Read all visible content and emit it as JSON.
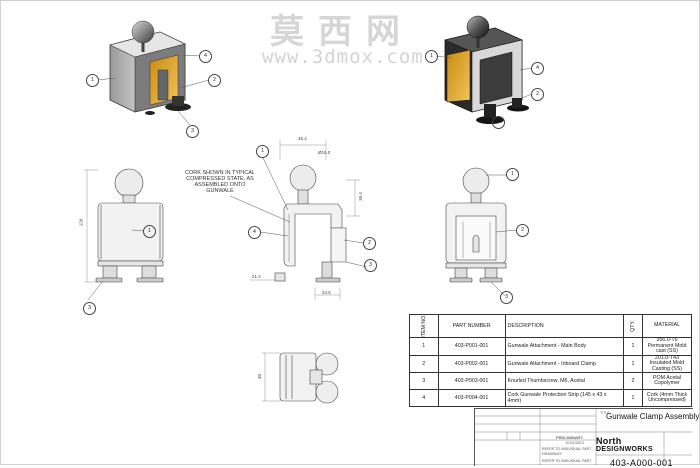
{
  "watermark": {
    "chinese": "莫西网",
    "url": "www.3dmox.com"
  },
  "note": {
    "text": "CORK SHOWN IN TYPICAL COMPRESSED STATE, AS ASSEMBLED ONTO GUNWALE"
  },
  "balloons": {
    "one": "1",
    "two": "2",
    "three": "3",
    "four": "4"
  },
  "dimensions": {
    "width_top": "45.4",
    "sphere": "Ø15.0",
    "height_right": "36.4",
    "height_left": "120",
    "width_bottom": "24.5",
    "offset_left": "21.4",
    "top_view": "40"
  },
  "bom": {
    "headers": {
      "item": "ITEM NO.",
      "part_number": "PART NUMBER",
      "description": "DESCRIPTION",
      "qty": "QTY.",
      "material": "MATERIAL"
    },
    "rows": [
      {
        "item": "1",
        "part_number": "403-P001-001",
        "description": "Gunwale Attachment - Main Body",
        "qty": "1",
        "material": "356.0-T6 Permanent Mold cast (SS)"
      },
      {
        "item": "2",
        "part_number": "403-P002-001",
        "description": "Gunwale Attachment - Inboard Clamp",
        "qty": "1",
        "material": "201.0-T43 Insulated Mold Casting (SS)"
      },
      {
        "item": "3",
        "part_number": "403-P003-001",
        "description": "Knurled Thumbscrew, M6, Acetal",
        "qty": "2",
        "material": "POM Acetal Copolymer"
      },
      {
        "item": "4",
        "part_number": "403-P004-001",
        "description": "Cork Gunwale Protection Strip (145 x 43 x 4mm)",
        "qty": "1",
        "material": "Cork (4mm Thick Uncompressed)"
      }
    ]
  },
  "title_block": {
    "title_label": "TITLE:",
    "title": "Gunwale Clamp Assembly",
    "status": "PRELIMINARY",
    "date": "01/11/2013",
    "line1": "REFER TO INDIVIDUAL PART",
    "line2": "DRAWINGS",
    "company_line1": "North",
    "company_line2": "DESIGNWORKS",
    "drawing_number": "403-A000-001"
  }
}
